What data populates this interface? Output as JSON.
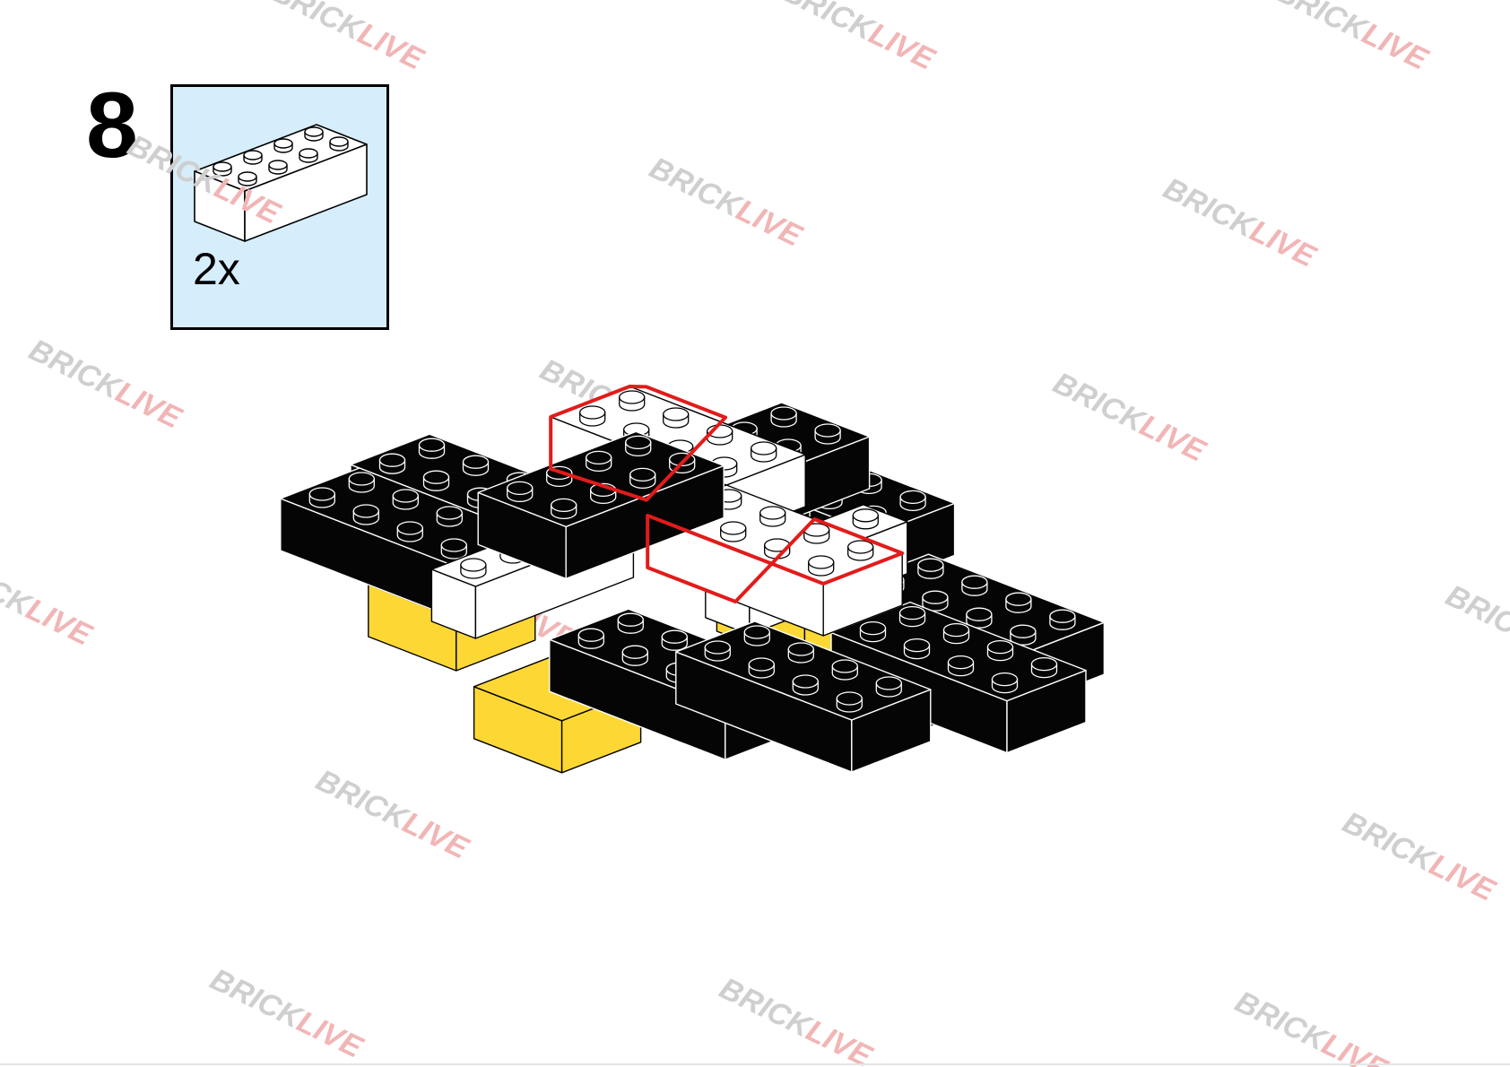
{
  "step": {
    "number": "8"
  },
  "parts_list": {
    "items": [
      {
        "part": "brick 2x4",
        "color": "white",
        "quantity": "2x"
      }
    ]
  },
  "watermark": {
    "word1": "BRICK",
    "word2": "LIVE"
  },
  "colors": {
    "brick_black": "#050505",
    "brick_white": "#ffffff",
    "brick_yellow": "#fdd835",
    "highlight_outline": "#e21b1b",
    "parts_box_bg": "#d6edfb",
    "watermark_grey": "#cfcfcf",
    "watermark_red": "#f2b5b5"
  }
}
